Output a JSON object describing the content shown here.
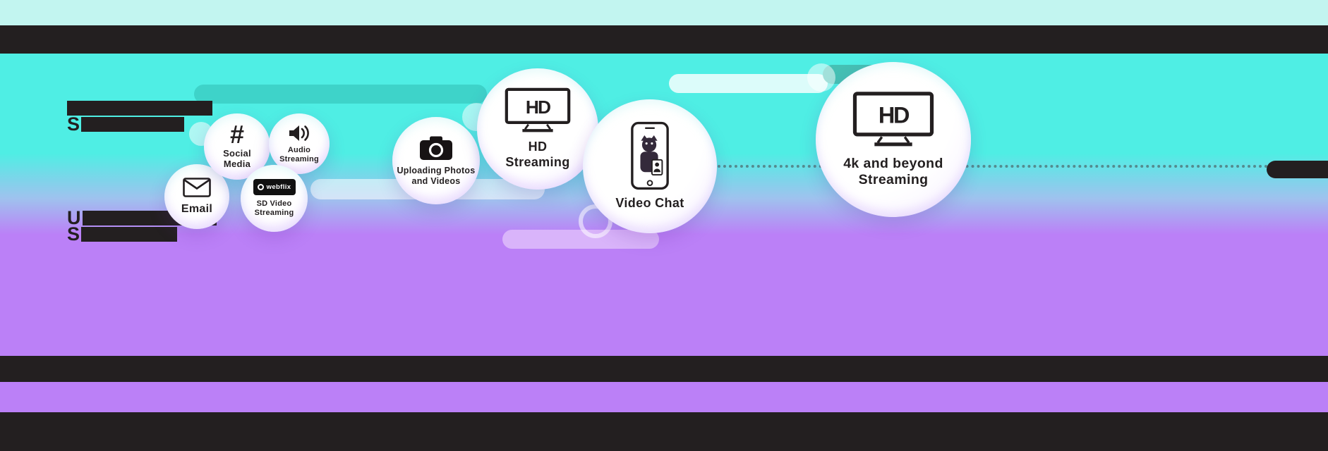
{
  "colors": {
    "cyan_bg": "#4feee4",
    "purple_bg": "#bb80f7",
    "black_bar": "#231f20",
    "top_strip": "#c2f5f0",
    "teal_pill": "#3ed3c9",
    "lavender_pill": "#d9b4fa",
    "white_pill": "#ffffff"
  },
  "redacted": {
    "g1_line2_prefix": "S",
    "g2_line1_prefix": "U",
    "g2_line2_prefix": "S"
  },
  "bubbles": [
    {
      "label": "Email",
      "icon": "envelope-icon"
    },
    {
      "label": "Social Media",
      "icon": "hashtag-icon",
      "hash": "#"
    },
    {
      "label": "Audio Streaming",
      "icon": "speaker-icon"
    },
    {
      "label": "SD Video Streaming",
      "icon": "webflix-badge-icon",
      "badge": "webflix"
    },
    {
      "label": "Uploading Photos and Videos",
      "icon": "camera-icon"
    },
    {
      "label": "HD Streaming",
      "icon": "tv-hd-icon",
      "icon_text": "HD"
    },
    {
      "label": "Video Chat",
      "icon": "phone-video-call-icon"
    },
    {
      "label": "4k and beyond Streaming",
      "icon": "tv-hd-icon",
      "icon_text": "HD"
    }
  ]
}
